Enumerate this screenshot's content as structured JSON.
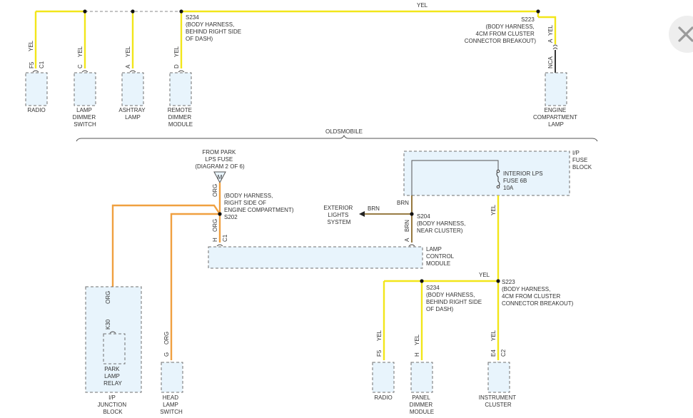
{
  "components": {
    "radio_top": {
      "label_lines": [
        "RADIO"
      ],
      "pin": "F5",
      "circuit": "C1",
      "wire": "YEL"
    },
    "lamp_dimmer_switch": {
      "label_lines": [
        "LAMP",
        "DIMMER",
        "SWITCH"
      ],
      "pin": "C",
      "wire": "YEL"
    },
    "ashtray_lamp": {
      "label_lines": [
        "ASHTRAY",
        "LAMP"
      ],
      "pin": "A",
      "wire": "YEL"
    },
    "remote_dimmer_module": {
      "label_lines": [
        "REMOTE",
        "DIMMER",
        "MODULE"
      ],
      "pin": "D",
      "wire": "YEL"
    },
    "engine_compartment_lamp": {
      "label_lines": [
        "ENGINE",
        "COMPARTMENT",
        "LAMP"
      ],
      "pin": "A",
      "wire": "YEL",
      "ground": "NCA"
    },
    "ip_fuse_block": {
      "label_lines": [
        "I/P",
        "FUSE",
        "BLOCK"
      ]
    },
    "lamp_control_module": {
      "label_lines": [
        "LAMP",
        "CONTROL",
        "MODULE"
      ],
      "pin_a": "A",
      "wire_a": "BRN",
      "pin_h": "H",
      "circuit_h": "C1",
      "wire_h": "ORG"
    },
    "park_lamp_relay": {
      "label_lines": [
        "PARK",
        "LAMP",
        "RELAY"
      ],
      "pin": "K30",
      "wire": "ORG"
    },
    "ip_junction_block": {
      "label_lines": [
        "I/P",
        "JUNCTION",
        "BLOCK"
      ]
    },
    "head_lamp_switch": {
      "label_lines": [
        "HEAD",
        "LAMP",
        "SWITCH"
      ],
      "pin": "G",
      "wire": "ORG"
    },
    "radio_bottom": {
      "label_lines": [
        "RADIO"
      ],
      "pin": "F5",
      "wire": "YEL"
    },
    "panel_dimmer_module": {
      "label_lines": [
        "PANEL",
        "DIMMER",
        "MODULE"
      ],
      "pin": "H",
      "wire": "YEL"
    },
    "instrument_cluster": {
      "label_lines": [
        "INSTRUMENT",
        "CLUSTER"
      ],
      "pin": "E4",
      "circuit": "C2",
      "wire": "YEL"
    }
  },
  "splices": {
    "s234_top": {
      "lines": [
        "S234",
        "(BODY HARNESS,",
        "BEHIND RIGHT SIDE",
        "OF DASH)"
      ]
    },
    "s223_top": {
      "lines": [
        "S223",
        "(BODY HARNESS,",
        "4CM FROM CLUSTER",
        "CONNECTOR BREAKOUT)"
      ]
    },
    "s202": {
      "lines": [
        "(BODY HARNESS,",
        "RIGHT SIDE OF",
        "ENGINE COMPARTMENT)",
        "S202"
      ]
    },
    "s204": {
      "lines": [
        "S204",
        "(BODY HARNESS,",
        "NEAR CLUSTER)"
      ]
    },
    "s223_bottom": {
      "lines": [
        "S223",
        "(BODY HARNESS,",
        "4CM FROM CLUSTER",
        "CONNECTOR BREAKOUT)"
      ]
    },
    "s234_bottom": {
      "lines": [
        "S234",
        "(BODY HARNESS,",
        "BEHIND RIGHT SIDE",
        "OF DASH)"
      ]
    }
  },
  "fuse": {
    "lines": [
      "INTERIOR LPS",
      "FUSE 6B",
      "10A"
    ]
  },
  "from_park_fuse": {
    "lines": [
      "FROM PARK",
      "LPS FUSE",
      "(DIAGRAM 2 OF 6)"
    ],
    "marker": "M"
  },
  "exterior_lights": {
    "lines": [
      "EXTERIOR",
      "LIGHTS",
      "SYSTEM"
    ],
    "wire": "BRN"
  },
  "section_label": "OLDSMOBILE",
  "wire_labels": {
    "top_bus": "YEL",
    "bottom_bus": "YEL",
    "fuse_out": "YEL",
    "org_feed": "ORG",
    "org_h": "ORG",
    "brn_fuse": "BRN",
    "brn_a": "BRN"
  },
  "close_button": {
    "icon": "close-icon"
  },
  "colors": {
    "yellow_wire": "#f2e61a",
    "orange_wire": "#f0a040",
    "brown_wire": "#8a6a2a",
    "component_fill": "#e8f4fc"
  }
}
